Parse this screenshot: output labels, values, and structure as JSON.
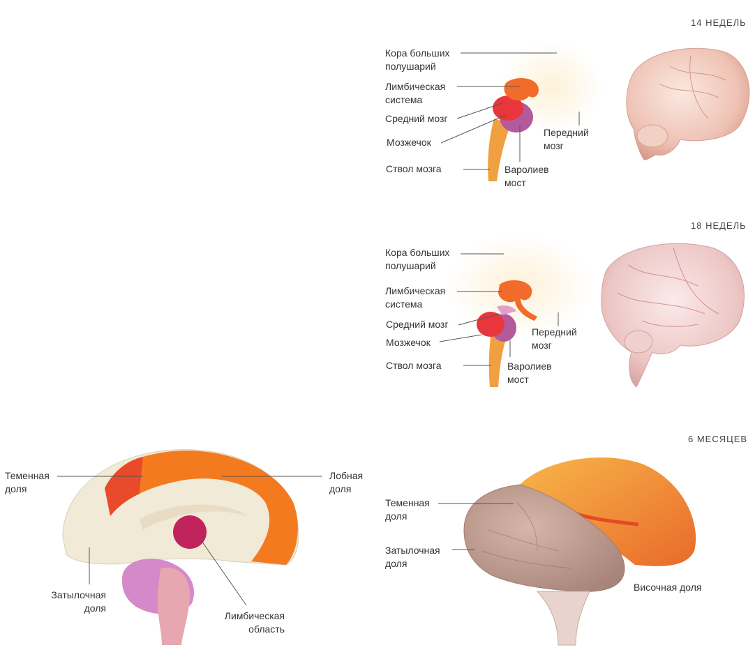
{
  "panel_14": {
    "stage": "14 недель",
    "cortex": "Кора больших полушарий",
    "limbic": "Лимбическая система",
    "midbrain": "Средний мозг",
    "cerebellum": "Мозжечок",
    "brainstem": "Ствол мозга",
    "forebrain": "Передний мозг",
    "pons": "Варолиев мост"
  },
  "panel_18": {
    "stage": "18 недель",
    "cortex": "Кора больших полушарий",
    "limbic": "Лимбическая система",
    "midbrain": "Средний мозг",
    "cerebellum": "Мозжечок",
    "brainstem": "Ствол мозга",
    "forebrain": "Передний мозг",
    "pons": "Варолиев мост"
  },
  "panel_sagittal": {
    "parietal": "Теменная доля",
    "frontal": "Лобная доля",
    "occipital": "Затылочная доля",
    "limbic_area": "Лимбическая область"
  },
  "panel_6m": {
    "stage": "6 месяцев",
    "parietal": "Теменная доля",
    "occipital": "Затылочная доля",
    "temporal": "Височная доля"
  },
  "colors": {
    "cortex_glow": "#fdf1d8",
    "limbic": "#f26b2a",
    "midbrain": "#e8363c",
    "cerebellum": "#b25a9c",
    "brainstem": "#f0a040",
    "frontal_lobe": "#f47a20",
    "parietal_lobe": "#e84a2a",
    "limbic_area": "#c0245a",
    "brain_tissue": "#efd9d3"
  }
}
